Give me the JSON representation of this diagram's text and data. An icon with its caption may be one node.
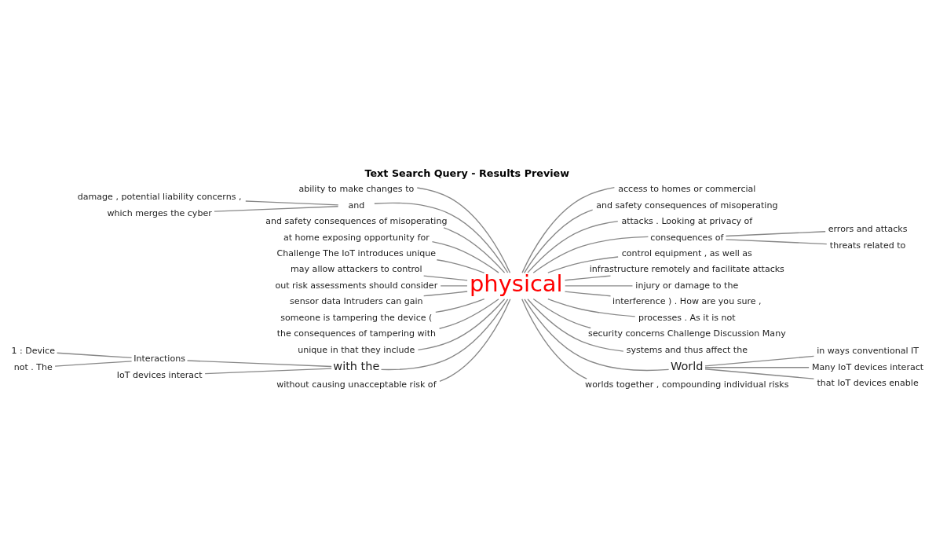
{
  "diagram": {
    "title": "Text Search Query - Results Preview",
    "nodes": [
      {
        "text": [
          "ability to make changes to"
        ]
      },
      {
        "text": [
          "damage , potential liability concerns ,"
        ]
      },
      {
        "text": [
          "which merges the cyber"
        ]
      },
      {
        "text": [
          "and"
        ]
      },
      {
        "text": [
          "and safety consequences of misoperating"
        ]
      },
      {
        "text": [
          "at home exposing opportunity for"
        ]
      },
      {
        "text": [
          "Challenge The IoT introduces unique"
        ]
      },
      {
        "text": [
          "may allow attackers to control"
        ]
      },
      {
        "text": [
          "out risk assessments should consider"
        ]
      },
      {
        "text": [
          "sensor data Intruders can gain"
        ]
      },
      {
        "text": [
          "someone is tampering the device ("
        ]
      },
      {
        "text": [
          "the consequences of tampering with"
        ]
      },
      {
        "text": [
          "unique in that they include"
        ]
      },
      {
        "text": [
          "1 : Device"
        ]
      },
      {
        "text": [
          "not . The"
        ]
      },
      {
        "text": [
          "Interactions"
        ]
      },
      {
        "text": [
          "IoT devices interact"
        ]
      },
      {
        "text": [
          "with the"
        ]
      },
      {
        "text": [
          "without causing unacceptable risk of"
        ]
      },
      {
        "text": [
          "physical"
        ]
      },
      {
        "text": [
          "access to homes or commercial"
        ]
      },
      {
        "text": [
          "and safety consequences of misoperating"
        ]
      },
      {
        "text": [
          "attacks . Looking at privacy of"
        ]
      },
      {
        "text": [
          "consequences of"
        ]
      },
      {
        "text": [
          "errors and attacks"
        ]
      },
      {
        "text": [
          "threats related to"
        ]
      },
      {
        "text": [
          "control equipment , as well as"
        ]
      },
      {
        "text": [
          "infrastructure remotely and facilitate attacks"
        ]
      },
      {
        "text": [
          "injury or damage to the"
        ]
      },
      {
        "text": [
          "interference ) . How are you sure ,"
        ]
      },
      {
        "text": [
          "processes . As it is not"
        ]
      },
      {
        "text": [
          "security concerns Challenge Discussion Many"
        ]
      },
      {
        "text": [
          "systems and thus affect the"
        ]
      },
      {
        "text": [
          "World"
        ]
      },
      {
        "text": [
          "in ways conventional IT"
        ]
      },
      {
        "text": [
          "Many IoT devices interact"
        ]
      },
      {
        "text": [
          "that IoT devices enable"
        ]
      },
      {
        "text": [
          "worlds together , compounding individual risks"
        ]
      }
    ],
    "edges": [
      {
        "from": 0,
        "to": 19,
        "arrow": "none"
      },
      {
        "from": 1,
        "to": 3,
        "arrow": "none"
      },
      {
        "from": 2,
        "to": 3,
        "arrow": "none"
      },
      {
        "from": 3,
        "to": 19,
        "arrow": "none"
      },
      {
        "from": 4,
        "to": 19,
        "arrow": "none"
      },
      {
        "from": 5,
        "to": 19,
        "arrow": "none"
      },
      {
        "from": 6,
        "to": 19,
        "arrow": "none"
      },
      {
        "from": 7,
        "to": 19,
        "arrow": "none"
      },
      {
        "from": 8,
        "to": 19,
        "arrow": "none"
      },
      {
        "from": 9,
        "to": 19,
        "arrow": "none"
      },
      {
        "from": 10,
        "to": 19,
        "arrow": "none"
      },
      {
        "from": 11,
        "to": 19,
        "arrow": "none"
      },
      {
        "from": 12,
        "to": 19,
        "arrow": "none"
      },
      {
        "from": 13,
        "to": 15,
        "arrow": "none"
      },
      {
        "from": 14,
        "to": 15,
        "arrow": "none"
      },
      {
        "from": 15,
        "to": 17,
        "arrow": "none"
      },
      {
        "from": 16,
        "to": 17,
        "arrow": "none"
      },
      {
        "from": 17,
        "to": 19,
        "arrow": "none"
      },
      {
        "from": 18,
        "to": 19,
        "arrow": "none"
      },
      {
        "from": 19,
        "to": 20,
        "arrow": "none"
      },
      {
        "from": 19,
        "to": 21,
        "arrow": "none"
      },
      {
        "from": 19,
        "to": 22,
        "arrow": "none"
      },
      {
        "from": 19,
        "to": 23,
        "arrow": "none"
      },
      {
        "from": 23,
        "to": 24,
        "arrow": "none"
      },
      {
        "from": 23,
        "to": 25,
        "arrow": "none"
      },
      {
        "from": 19,
        "to": 26,
        "arrow": "none"
      },
      {
        "from": 19,
        "to": 27,
        "arrow": "none"
      },
      {
        "from": 19,
        "to": 28,
        "arrow": "none"
      },
      {
        "from": 19,
        "to": 29,
        "arrow": "none"
      },
      {
        "from": 19,
        "to": 30,
        "arrow": "none"
      },
      {
        "from": 19,
        "to": 31,
        "arrow": "none"
      },
      {
        "from": 19,
        "to": 32,
        "arrow": "none"
      },
      {
        "from": 19,
        "to": 33,
        "arrow": "none"
      },
      {
        "from": 33,
        "to": 34,
        "arrow": "none"
      },
      {
        "from": 33,
        "to": 35,
        "arrow": "none"
      },
      {
        "from": 33,
        "to": 36,
        "arrow": "none"
      },
      {
        "from": 19,
        "to": 37,
        "arrow": "none"
      }
    ]
  }
}
